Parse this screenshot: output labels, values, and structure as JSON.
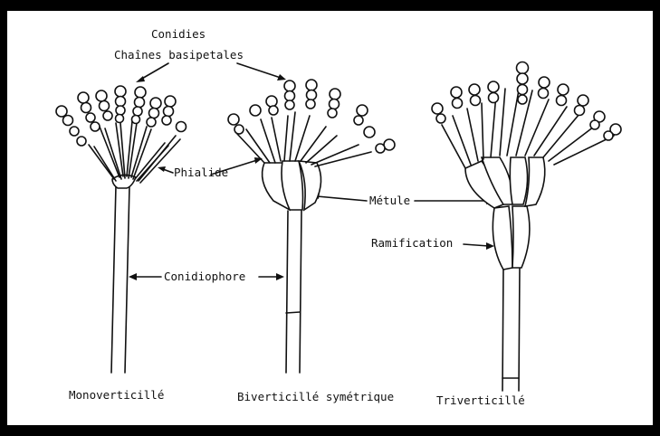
{
  "labels": {
    "conidies": "Conidies",
    "chaines": "Chaînes basipetales",
    "phialide": "Phialide",
    "metule": "Métule",
    "ramification": "Ramification",
    "conidiophore": "Conidiophore",
    "mono": "Monoverticillé",
    "bi": "Biverticillé symétrique",
    "tri": "Triverticillé"
  }
}
